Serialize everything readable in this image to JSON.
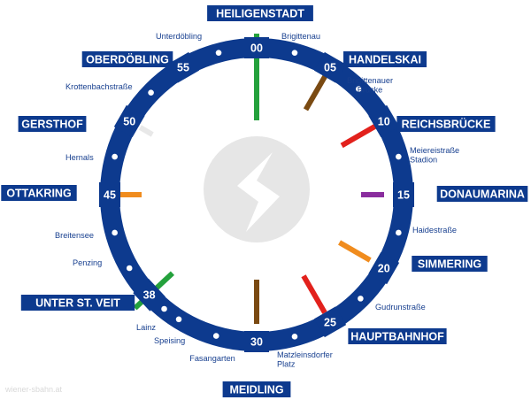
{
  "colors": {
    "ring": "#0d3a8e",
    "minor_dot": "#ffffff",
    "label_bg": "#0d3a8e",
    "label_text": "#ffffff",
    "minor_text": "#173f8f",
    "logo": "#e6e6e6"
  },
  "major_stations": [
    {
      "id": "heiligenstadt",
      "name": "HEILIGENSTADT",
      "minute": "00",
      "line_colors": [
        "#24a13c",
        "#24a13c"
      ]
    },
    {
      "id": "handelskai",
      "name": "HANDELSKAI",
      "minute": "05",
      "line_colors": [
        "#7a4a12",
        "#7a4a12"
      ]
    },
    {
      "id": "reichsbruecke",
      "name": "REICHSBRÜCKE",
      "minute": "10",
      "line_colors": [
        "#e2211c",
        "#e2211c"
      ]
    },
    {
      "id": "donaumarina",
      "name": "DONAUMARINA",
      "minute": "15",
      "line_colors": [
        "#8a2d9e",
        "#8a2d9e"
      ]
    },
    {
      "id": "simmering",
      "name": "SIMMERING",
      "minute": "20",
      "line_colors": [
        "#f08c1e",
        "#f08c1e"
      ]
    },
    {
      "id": "hauptbahnhof",
      "name": "HAUPTBAHNHOF",
      "minute": "25",
      "line_colors": [
        "#e2211c",
        "#e2211c"
      ]
    },
    {
      "id": "meidling",
      "name": "MEIDLING",
      "minute": "30",
      "line_colors": [
        "#7a4a12",
        "#7a4a12"
      ]
    },
    {
      "id": "unter-st-veit",
      "name": "UNTER ST. VEIT",
      "minute": "38",
      "line_colors": [
        "#24a13c",
        "#24a13c"
      ]
    },
    {
      "id": "ottakring",
      "name": "OTTAKRING",
      "minute": "45",
      "line_colors": [
        "#f08c1e",
        "#f08c1e"
      ]
    },
    {
      "id": "gersthof",
      "name": "GERSTHOF",
      "minute": "50",
      "line_colors": [
        "#e8e8e8",
        "#e8e8e8"
      ]
    },
    {
      "id": "oberdoebling",
      "name": "OBERDÖBLING",
      "minute": "55",
      "line_colors": [
        "#0d3a8e",
        "#0d3a8e"
      ]
    }
  ],
  "minor_stations": [
    {
      "id": "brigittenau",
      "lines": [
        "Brigittenau"
      ]
    },
    {
      "id": "brigittenauer-bruecke",
      "lines": [
        "Brigittenauer",
        "Brücke"
      ]
    },
    {
      "id": "meiereistrasse-stadion",
      "lines": [
        "Meiereistraße",
        "Stadion"
      ]
    },
    {
      "id": "haidestrasse",
      "lines": [
        "Haidestraße"
      ]
    },
    {
      "id": "gudrunstrasse",
      "lines": [
        "Gudrunstraße"
      ]
    },
    {
      "id": "matzleinsdorfer-platz",
      "lines": [
        "Matzleinsdorfer",
        "Platz"
      ]
    },
    {
      "id": "fasangarten",
      "lines": [
        "Fasangarten"
      ]
    },
    {
      "id": "speising",
      "lines": [
        "Speising"
      ]
    },
    {
      "id": "lainz",
      "lines": [
        "Lainz"
      ]
    },
    {
      "id": "penzing",
      "lines": [
        "Penzing"
      ]
    },
    {
      "id": "breitensee",
      "lines": [
        "Breitensee"
      ]
    },
    {
      "id": "hernals",
      "lines": [
        "Hernals"
      ]
    },
    {
      "id": "krottenbachstrasse",
      "lines": [
        "Krottenbachstraße"
      ]
    },
    {
      "id": "unterdoebling",
      "lines": [
        "Unterdöbling"
      ]
    }
  ],
  "logo": {
    "icon": "s-bahn-logo-icon"
  },
  "watermark": "wiener-sbahn.at"
}
